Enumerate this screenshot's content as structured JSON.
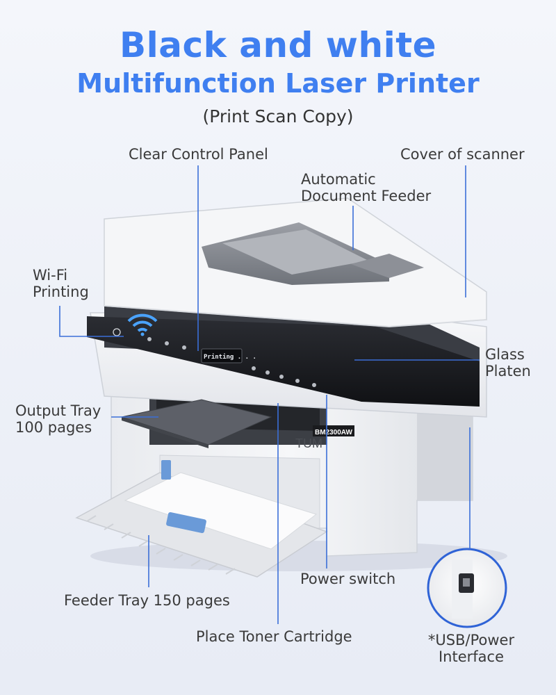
{
  "title": "Black and white",
  "subtitle_main": "Multifunction Laser Printer",
  "subtitle_modes": "(Print Scan Copy)",
  "labels": {
    "control_panel": "Clear Control Panel",
    "cover_scanner": "Cover of scanner",
    "adf_line1": "Automatic",
    "adf_line2": "Document Feeder",
    "wifi_line1": "Wi-Fi",
    "wifi_line2": "Printing",
    "glass_line1": "Glass",
    "glass_line2": "Platen",
    "output_line1": "Output Tray",
    "output_line2": "100 pages",
    "power_switch": "Power switch",
    "feeder_tray": "Feeder Tray 150 pages",
    "toner": "Place Toner Cartridge",
    "usb_line1": "*USB/Power",
    "usb_line2": "Interface"
  },
  "printer": {
    "screen_text": "Printing . . .",
    "model": "BM2300AW",
    "brand_partial": "TUM"
  },
  "colors": {
    "accent": "#3f7ff0",
    "line": "#3b6fd8",
    "text": "#3a3a3a"
  }
}
